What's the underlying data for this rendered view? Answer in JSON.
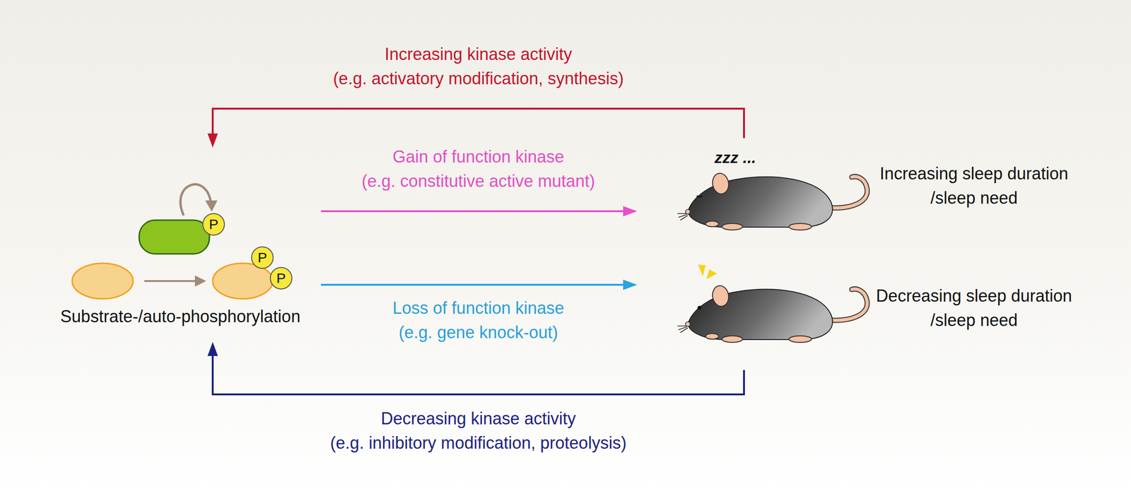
{
  "diagram": {
    "nodes": [
      {
        "text": [
          "Substrate-/auto-phosphorylation"
        ]
      },
      {
        "text": [
          "P"
        ],
        "in": 0
      },
      {
        "text": [
          "P"
        ],
        "in": 0
      },
      {
        "text": [
          "P"
        ],
        "in": 0
      },
      {
        "text": [
          "Increasing sleep duration /sleep need"
        ]
      },
      {
        "text": [
          "Decreasing sleep duration /sleep need"
        ]
      }
    ],
    "edges": [
      {
        "from": 0,
        "to": 4,
        "arrow": "to",
        "label": "Gain of function kinase (e.g. constitutive active mutant)"
      },
      {
        "from": 0,
        "to": 5,
        "arrow": "to",
        "label": "Loss of function kinase (e.g. gene knock-out)"
      },
      {
        "from": 4,
        "to": 0,
        "arrow": "to",
        "label": "Increasing kinase activity (e.g. activatory modification, synthesis)"
      },
      {
        "from": 5,
        "to": 0,
        "arrow": "to",
        "label": "Decreasing kinase activity (e.g. inhibitory modification, proteolysis)"
      }
    ],
    "labels": [
      "zzz ..."
    ]
  }
}
